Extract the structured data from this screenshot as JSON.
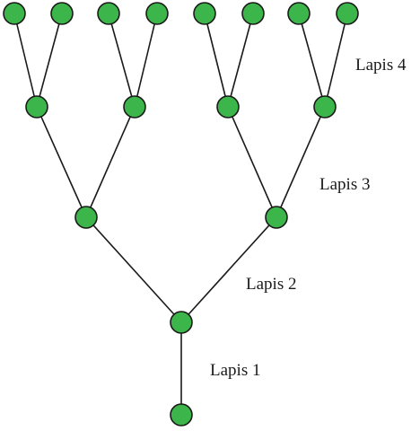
{
  "diagram": {
    "type": "binary-tree",
    "node_color": "#3cb54a",
    "line_color": "#1a1a1a",
    "levels": [
      {
        "label": "Lapis 1"
      },
      {
        "label": "Lapis 2"
      },
      {
        "label": "Lapis 3"
      },
      {
        "label": "Lapis 4"
      }
    ]
  }
}
